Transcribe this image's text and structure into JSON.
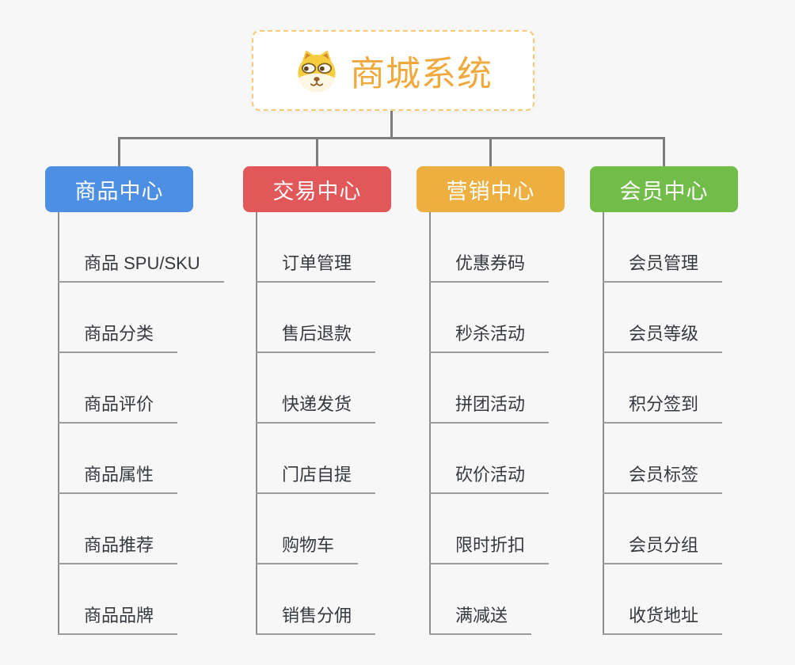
{
  "page": {
    "background_color": "#f7f7f7",
    "connector_color": "#7e7e7e",
    "underline_color": "#9c9c9c"
  },
  "root": {
    "title": "商城系统",
    "icon": "doge-icon",
    "title_color": "#efa93c",
    "border_color": "#f6c979"
  },
  "branches": [
    {
      "label": "商品中心",
      "color": "#4d8fe2",
      "items": [
        "商品 SPU/SKU",
        "商品分类",
        "商品评价",
        "商品属性",
        "商品推荐",
        "商品品牌"
      ]
    },
    {
      "label": "交易中心",
      "color": "#e2575a",
      "items": [
        "订单管理",
        "售后退款",
        "快递发货",
        "门店自提",
        "购物车",
        "销售分佣"
      ]
    },
    {
      "label": "营销中心",
      "color": "#edaf40",
      "items": [
        "优惠券码",
        "秒杀活动",
        "拼团活动",
        "砍价活动",
        "限时折扣",
        "满减送"
      ]
    },
    {
      "label": "会员中心",
      "color": "#72bd4a",
      "items": [
        "会员管理",
        "会员等级",
        "积分签到",
        "会员标签",
        "会员分组",
        "收货地址"
      ]
    }
  ]
}
